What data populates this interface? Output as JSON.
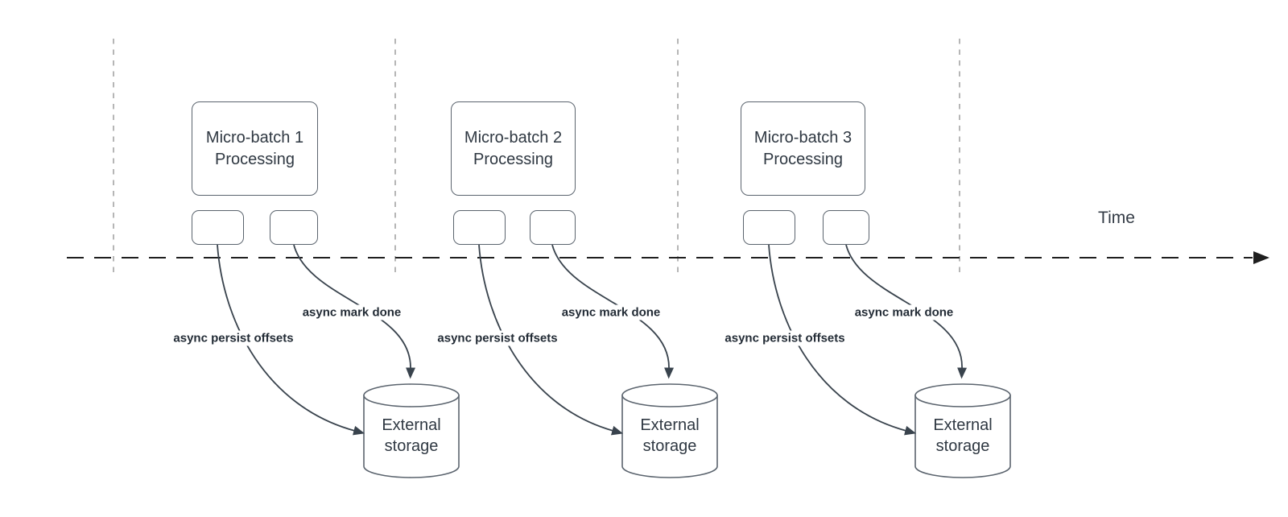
{
  "timeline": {
    "label": "Time"
  },
  "batches": [
    {
      "title": "Micro-batch 1 Processing",
      "persist_arrow_label": "async persist offsets",
      "mark_done_arrow_label": "async mark done",
      "storage_label": "External storage"
    },
    {
      "title": "Micro-batch 2 Processing",
      "persist_arrow_label": "async persist offsets",
      "mark_done_arrow_label": "async mark done",
      "storage_label": "External storage"
    },
    {
      "title": "Micro-batch 3 Processing",
      "persist_arrow_label": "async persist offsets",
      "mark_done_arrow_label": "async mark done",
      "storage_label": "External storage"
    }
  ],
  "colors": {
    "shape_border": "#5b646e",
    "arrow": "#39434d",
    "timeline": "#1f1f1f",
    "guide_line": "#b6b6b6",
    "text": "#2f3842",
    "label_text": "#222b35",
    "background": "#ffffff"
  }
}
